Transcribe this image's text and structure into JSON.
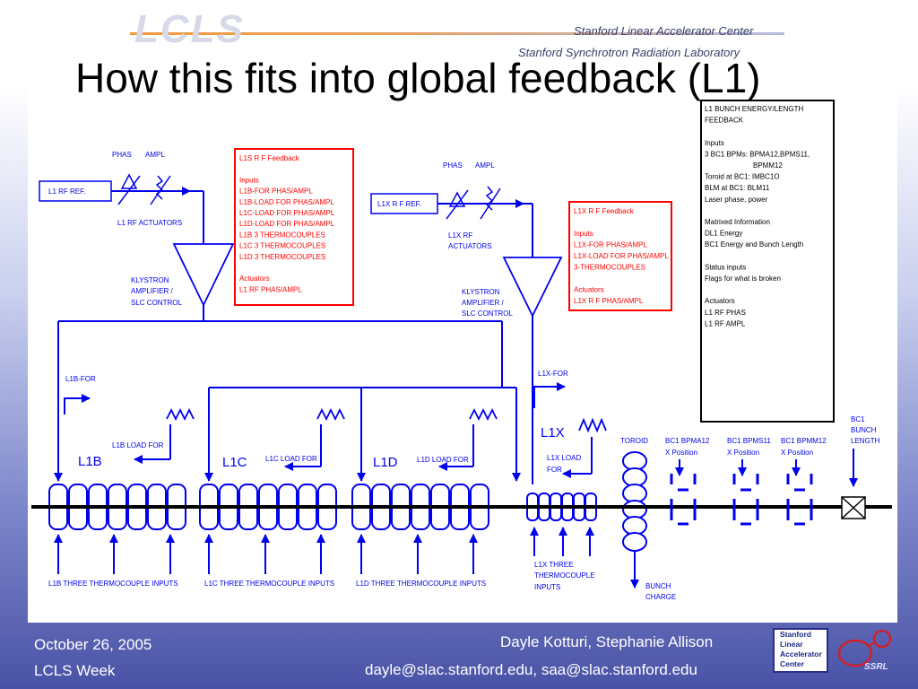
{
  "header": {
    "logo": "LCLS",
    "org_line1": "Stanford Linear Accelerator Center",
    "org_line2": "Stanford Synchrotron Radiation Laboratory",
    "title": "How this fits into global feedback (L1)"
  },
  "diagram": {
    "l1": {
      "phas": "PHAS",
      "ampl": "AMPL",
      "rf_ref": "L1 RF REF.",
      "actuators": "L1 RF ACTUATORS",
      "klystron": [
        "KLYSTRON",
        "AMPLIFIER /",
        "SLC CONTROL"
      ]
    },
    "l1s_box": {
      "lines": [
        "L1S R F Feedback",
        "",
        "Inputs",
        "L1B-FOR PHAS/AMPL",
        "L1B-LOAD FOR PHAS/AMPL",
        "L1C-LOAD FOR PHAS/AMPL",
        "L1D-LOAD FOR PHAS/AMPL",
        "L1B 3 THERMOCOUPLES",
        "L1C 3 THERMOCOUPLES",
        "L1D 3 THERMOCOUPLES",
        "",
        "Actuators",
        "L1 RF PHAS/AMPL"
      ]
    },
    "l1x": {
      "phas": "PHAS",
      "ampl": "AMPL",
      "rf_ref": "L1X R F REF.",
      "actuators": [
        "L1X RF",
        "ACTUATORS"
      ],
      "klystron": [
        "KLYSTRON",
        "AMPLIFIER /",
        "SLC CONTROL"
      ]
    },
    "l1x_box": {
      "lines": [
        "L1X R F Feedback",
        "",
        "Inputs",
        "L1X-FOR PHAS/AMPL",
        "L1X-LOAD FOR PHAS/AMPL",
        "3-THERMOCOUPLES",
        "",
        "Actuators",
        "L1X R F PHAS/AMPL"
      ]
    },
    "bunch_box": {
      "lines": [
        "L1 BUNCH ENERGY/LENGTH",
        "FEEDBACK",
        "",
        "Inputs",
        "3 BC1 BPMs: BPMA12,BPMS11,",
        "BPMM12",
        "Toroid at BC1: IMBC1O",
        "BLM at BC1: BLM11",
        "Laser phase, power",
        "",
        "Matrixed Information",
        "DL1 Energy",
        "BC1 Energy and Bunch Length",
        "",
        "Status inputs",
        "Flags for what is broken",
        "",
        "Actuators",
        "L1 RF PHAS",
        "L1 RF AMPL"
      ]
    },
    "sections": {
      "l1b": "L1B",
      "l1c": "L1C",
      "l1d": "L1D",
      "l1x": "L1X",
      "l1b_for": "L1B-FOR",
      "l1x_for": "L1X-FOR",
      "l1b_load": "L1B LOAD FOR",
      "l1c_load": "L1C LOAD FOR",
      "l1d_load": "L1D LOAD FOR",
      "l1x_load": [
        "L1X LOAD",
        "FOR"
      ]
    },
    "diagnostics": {
      "toroid": "TOROID",
      "bpma12": [
        "BC1 BPMA12",
        "X Position"
      ],
      "bpms11": [
        "BC1 BPMS11",
        "X Position"
      ],
      "bpmm12": [
        "BC1 BPMM12",
        "X Position"
      ],
      "bunch_length": [
        "BC1",
        "BUNCH",
        "LENGTH"
      ],
      "bunch_charge": [
        "BUNCH",
        "CHARGE"
      ]
    },
    "thermo": {
      "l1b": "L1B THREE THERMOCOUPLE INPUTS",
      "l1c": "L1C THREE THERMOCOUPLE INPUTS",
      "l1d": "L1D THREE THERMOCOUPLE INPUTS",
      "l1x": [
        "L1X THREE",
        "THERMOCOUPLE",
        "INPUTS"
      ]
    }
  },
  "footer": {
    "date": "October 26, 2005",
    "event": "LCLS Week",
    "authors": "Dayle Kotturi, Stephanie Allison",
    "email1": "dayle@slac.stanford.edu",
    "separator": ", ",
    "email2": "saa@slac.stanford.edu",
    "slac_logo": [
      "Stanford",
      "Linear",
      "Accelerator",
      "Center"
    ],
    "ssrl_logo": "SSRL"
  },
  "colors": {
    "line_blue": "#0000ee",
    "feedback_red": "#ff0000",
    "footer_text": "#ffffff"
  }
}
